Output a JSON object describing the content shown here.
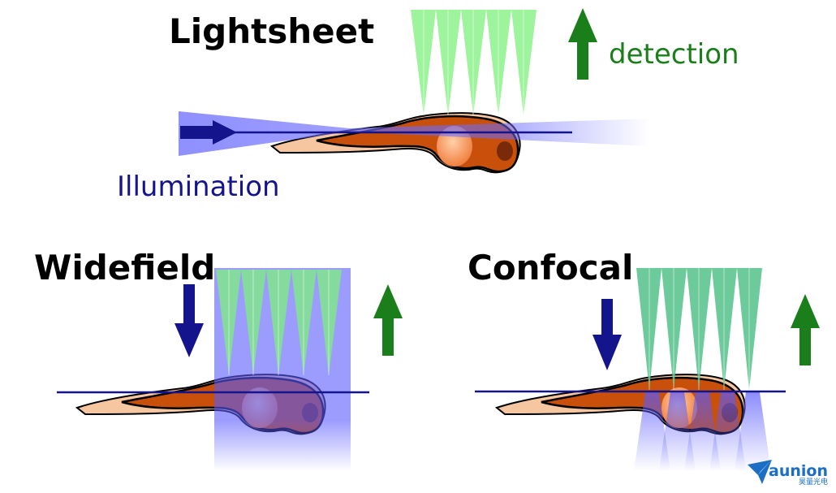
{
  "lightsheet": {
    "title": "Lightsheet",
    "detection_label": "detection",
    "illumination_label": "Illumination"
  },
  "widefield": {
    "title": "Widefield"
  },
  "confocal": {
    "title": "Confocal"
  },
  "logo": {
    "text": "aunion",
    "subtext": "昊量光电"
  },
  "colors": {
    "detection_green": "#2e9e2e",
    "detection_arrow": "#1a7f1a",
    "illumination_blue": "#14148c",
    "fish_orange": "#c8500a",
    "fish_skin": "#f6c6a0",
    "logo_blue": "#1a6fc4"
  }
}
